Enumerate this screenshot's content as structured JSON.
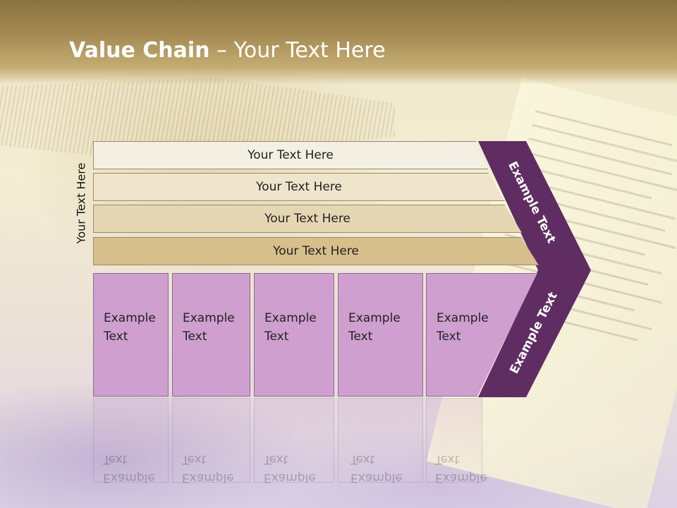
{
  "title": {
    "bold": "Value Chain",
    "rest": " – Your Text Here"
  },
  "side_label": "Your Text Here",
  "rows": [
    {
      "label": "Your Text Here",
      "color": "#f3efe3"
    },
    {
      "label": "Your Text Here",
      "color": "#efe4cc"
    },
    {
      "label": "Your Text Here",
      "color": "#e6d7b4"
    },
    {
      "label": "Your Text Here",
      "color": "#d7bf8c"
    }
  ],
  "boxes": [
    {
      "line1": "Example",
      "line2": "Text"
    },
    {
      "line1": "Example",
      "line2": "Text"
    },
    {
      "line1": "Example",
      "line2": "Text"
    },
    {
      "line1": "Example",
      "line2": "Text"
    },
    {
      "line1": "Example",
      "line2": "Text"
    }
  ],
  "chevron": {
    "upper": "Example Text",
    "lower": "Example Text",
    "color": "#5f2d62"
  },
  "box_color": "#cf9fd0"
}
